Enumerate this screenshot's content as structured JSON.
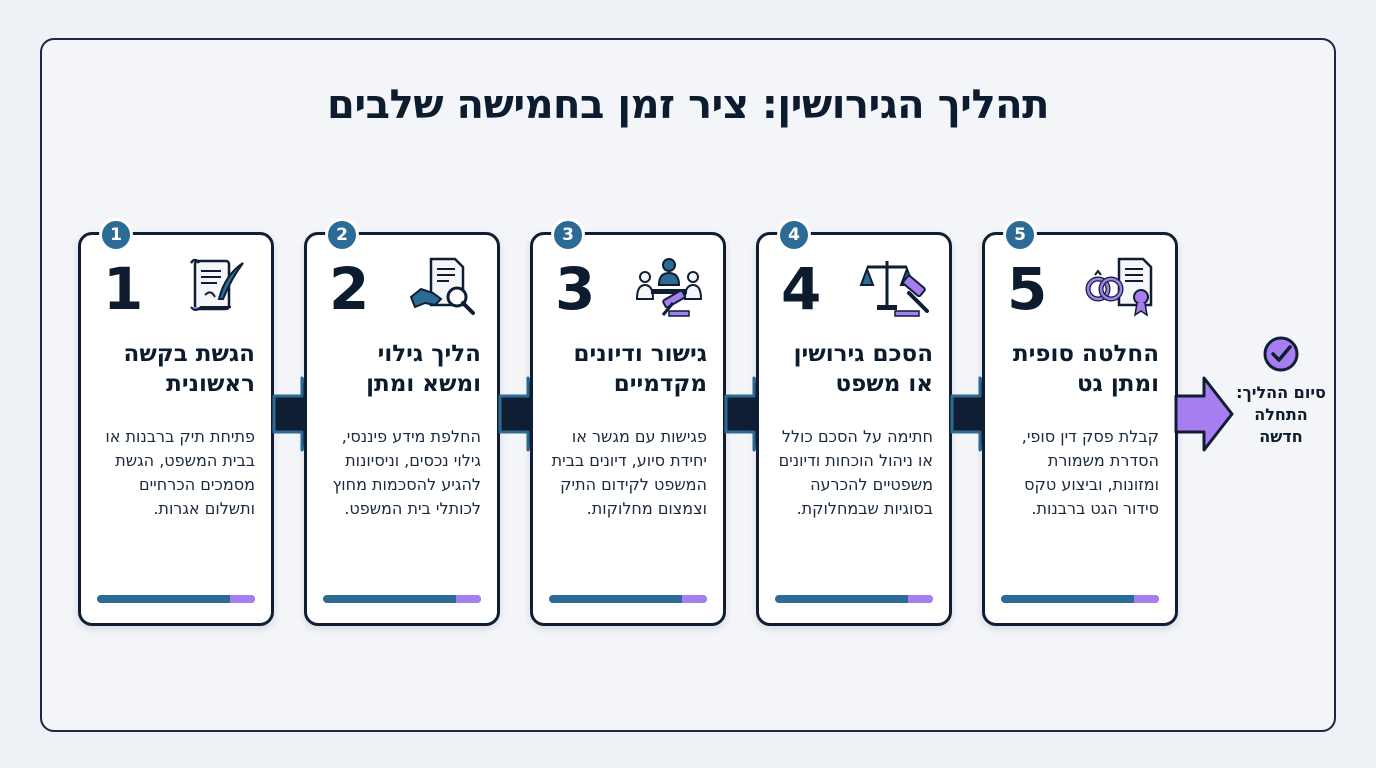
{
  "title": "תהליך הגירושין: ציר זמן בחמישה שלבים",
  "colors": {
    "navy": "#0f1e33",
    "teal": "#2c6b96",
    "purple": "#a67ef0"
  },
  "steps": [
    {
      "badge": "1",
      "number": "1",
      "icon": "scroll-quill-icon",
      "title": "הגשת בקשה ראשונית",
      "desc": "פתיחת תיק ברבנות או בבית המשפט, הגשת מסמכים הכרחיים ותשלום אגרות."
    },
    {
      "badge": "2",
      "number": "2",
      "icon": "handshake-document-icon",
      "title": "הליך גילוי ומשא ומתן",
      "desc": "החלפת מידע פיננסי, גילוי נכסים, וניסיונות להגיע להסכמות מחוץ לכותלי בית המשפט."
    },
    {
      "badge": "3",
      "number": "3",
      "icon": "mediation-meeting-icon",
      "title": "גישור ודיונים מקדמיים",
      "desc": "פגישות עם מגשר או יחידת סיוע, דיונים בבית המשפט לקידום התיק וצמצום מחלוקות."
    },
    {
      "badge": "4",
      "number": "4",
      "icon": "scales-gavel-icon",
      "title": "הסכם גירושין או משפט",
      "desc": "חתימה על הסכם כולל או ניהול הוכחות ודיונים משפטיים להכרעה בסוגיות שבמחלוקת."
    },
    {
      "badge": "5",
      "number": "5",
      "icon": "rings-certificate-icon",
      "title": "החלטה סופית ומתן גט",
      "desc": "קבלת פסק דין סופי, הסדרת משמורת ומזונות, וביצוע טקס סידור הגט ברבנות."
    }
  ],
  "end": {
    "icon": "check-circle-icon",
    "label": "סיום ההליך: התחלה חדשה"
  }
}
